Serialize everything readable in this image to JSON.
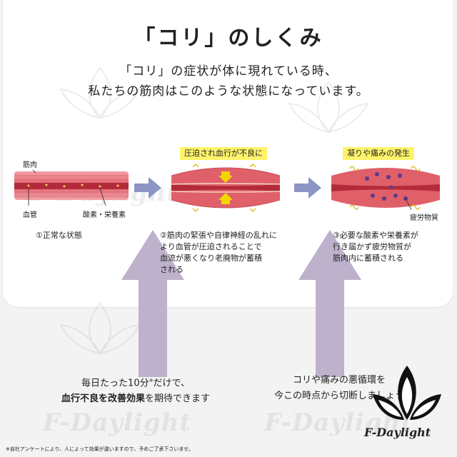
{
  "title": "「コリ」のしくみ",
  "subtitle": {
    "line1": "「コリ」の症状が体に現れている時、",
    "line2": "私たちの筋肉はこのような状態になっています。"
  },
  "stages": [
    {
      "labels": {
        "muscle": "筋肉",
        "vessel": "血管",
        "nutrients": "酸素・栄養素"
      },
      "caption": [
        "①正常な状態"
      ]
    },
    {
      "banner": "圧迫され血行が不良に",
      "caption": [
        "②筋肉の緊張や自律神経の乱れに",
        "より血管が圧迫されることで",
        "血流が悪くなり老廃物が蓄積",
        "される"
      ]
    },
    {
      "banner": "凝りや痛みの発生",
      "labels": {
        "waste": "疲労物質"
      },
      "caption": [
        "③必要な酸素や栄養素が",
        "行き届かず疲労物質が",
        "筋肉内に蓄積される"
      ]
    }
  ],
  "footer": {
    "left_line1_before": "毎日たった10分",
    "left_line1_sup": "※",
    "left_line1_after": "だけで、",
    "left_line2_bold": "血行不良を改善効果",
    "left_line2_rest": "を期待できます",
    "right_line1": "コリや痛みの悪循環を",
    "right_line2": "今この時点から切断しましょう"
  },
  "disclaimer": "※自社アンケートにより、人によって効果が違いますので、予めご了承下さいませ。",
  "brand": "F-Daylight",
  "colors": {
    "muscle": "#e0606a",
    "vessel": "#b32b3a",
    "arrow_small": "#8c95c6",
    "arrow_big": "#bdb1cc",
    "banner": "#fff36a",
    "compress": "#f2d600",
    "waste": "#5b3a8c"
  }
}
